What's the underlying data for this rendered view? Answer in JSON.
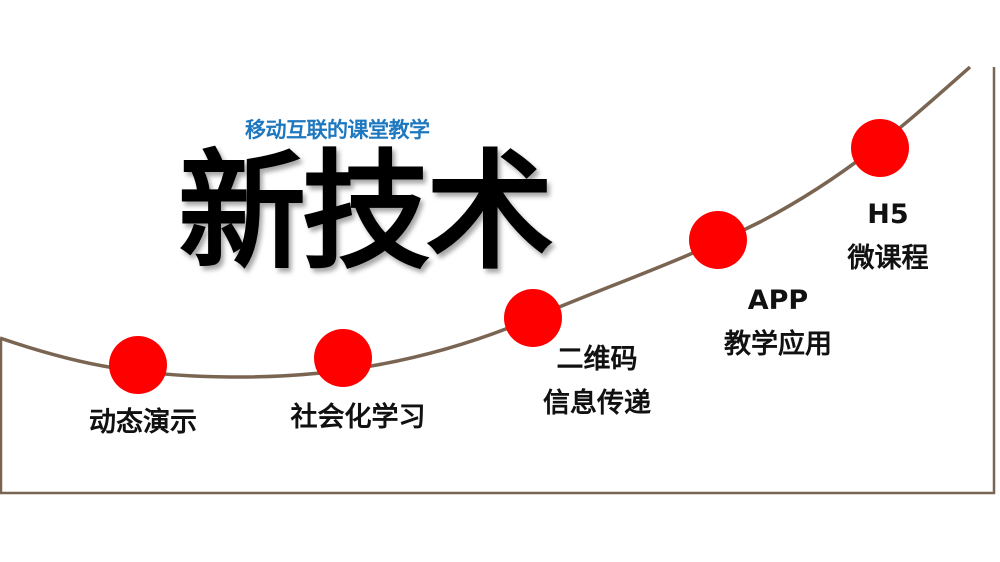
{
  "subtitle": "移动互联的课堂教学",
  "title": "新技术",
  "colors": {
    "curve": "#7a6553",
    "node": "#ff0000",
    "subtitle": "#1d78c0"
  },
  "milestones": [
    {
      "lines": [
        "动态演示"
      ]
    },
    {
      "lines": [
        "社会化学习"
      ]
    },
    {
      "lines": [
        "二维码",
        "信息传递"
      ]
    },
    {
      "lines": [
        "APP",
        "教学应用"
      ]
    },
    {
      "lines": [
        "H5",
        "微课程"
      ]
    }
  ]
}
